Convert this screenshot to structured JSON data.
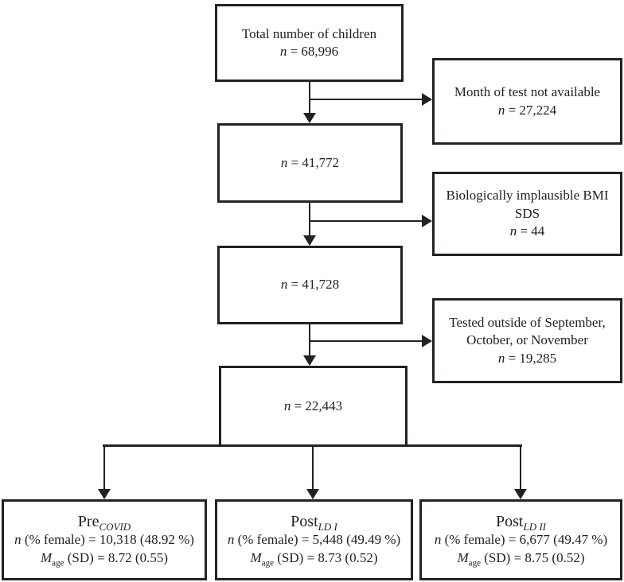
{
  "flow": {
    "box_total": {
      "line1": "Total number of children",
      "n_italic": "n",
      "n_rest": " = 68,996"
    },
    "box_n1": {
      "n_italic": "n",
      "n_rest": " = 41,772"
    },
    "box_n2": {
      "n_italic": "n",
      "n_rest": " = 41,728"
    },
    "box_n3": {
      "n_italic": "n",
      "n_rest": " = 22,443"
    },
    "excl_month": {
      "line1": "Month of test not available",
      "n_italic": "n",
      "n_rest": " = 27,224"
    },
    "excl_bmi": {
      "line1": "Biologically implausible BMI",
      "line2": "SDS",
      "n_italic": "n",
      "n_rest": " = 44"
    },
    "excl_window": {
      "line1": "Tested outside of September,",
      "line2": "October, or November",
      "n_italic": "n",
      "n_rest": " = 19,285"
    },
    "group_pre": {
      "title_main": "Pre",
      "title_sub": "COVID",
      "n_italic": "n",
      "n_line": " (% female) = 10,318 (48.92 %)",
      "m_italic": "M",
      "m_sub": "age",
      "m_line": " (SD) = 8.72 (0.55)"
    },
    "group_post_ld1": {
      "title_main": "Post",
      "title_sub": "LD I",
      "n_italic": "n",
      "n_line": " (% female) = 5,448 (49.49 %)",
      "m_italic": "M",
      "m_sub": "age",
      "m_line": " (SD) = 8.73 (0.52)"
    },
    "group_post_ld2": {
      "title_main": "Post",
      "title_sub": "LD II",
      "n_italic": "n",
      "n_line": " (% female) = 6,677 (49.47 %)",
      "m_italic": "M",
      "m_sub": "age",
      "m_line": " (SD) = 8.75 (0.52)"
    },
    "colors": {
      "line": "#242122",
      "background": "#ffffff",
      "text": "#211e1f"
    }
  }
}
